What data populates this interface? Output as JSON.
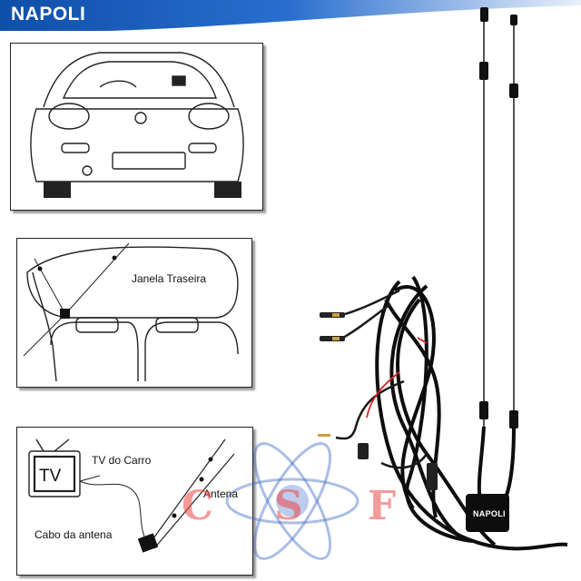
{
  "brand": {
    "name": "NAPOLI",
    "color": "#1a5fb4"
  },
  "labels": {
    "janela": "Janela Traseira",
    "tv_carro": "TV do Carro",
    "antena": "Antena",
    "cabo": "Cabo da antena",
    "tv_screen": "TV"
  },
  "product": {
    "module_brand": "NAPOLI"
  },
  "watermark": {
    "letters": [
      "C",
      "S",
      "F"
    ],
    "color": "#e84a4a"
  },
  "icons": [
    "car-front-icon",
    "rear-window-icon",
    "tv-icon",
    "antenna-icon",
    "cable-icon",
    "atom-logo-icon"
  ]
}
